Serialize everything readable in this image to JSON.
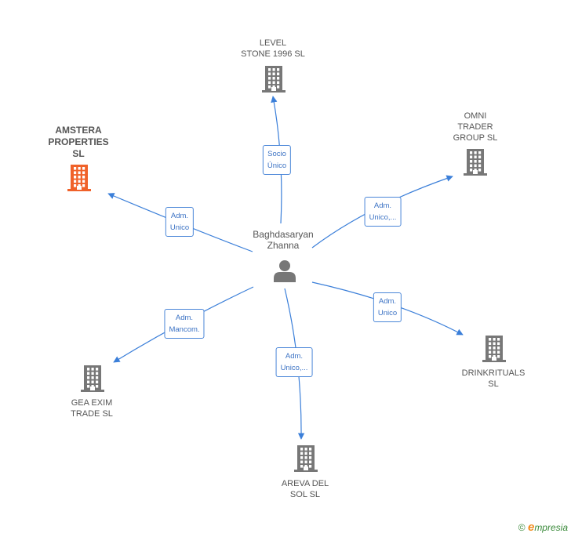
{
  "center": {
    "name_line1": "Baghdasaryan",
    "name_line2": "Zhanna",
    "icon": "person-icon"
  },
  "nodes": [
    {
      "id": "level",
      "lines": [
        "LEVEL",
        "STONE 1996  SL"
      ],
      "icon": "building-icon",
      "highlight": false
    },
    {
      "id": "omni",
      "lines": [
        "OMNI",
        "TRADER",
        "GROUP  SL"
      ],
      "icon": "building-icon",
      "highlight": false
    },
    {
      "id": "amstera",
      "lines": [
        "AMSTERA",
        "PROPERTIES",
        "SL"
      ],
      "icon": "building-icon",
      "highlight": true
    },
    {
      "id": "drink",
      "lines": [
        "DRINKRITUALS",
        "SL"
      ],
      "icon": "building-icon",
      "highlight": false
    },
    {
      "id": "gea",
      "lines": [
        "GEA EXIM",
        "TRADE  SL"
      ],
      "icon": "building-icon",
      "highlight": false
    },
    {
      "id": "areva",
      "lines": [
        "AREVA DEL",
        "SOL  SL"
      ],
      "icon": "building-icon",
      "highlight": false
    }
  ],
  "edges": [
    {
      "to": "level",
      "lines": [
        "Socio",
        "Único"
      ]
    },
    {
      "to": "omni",
      "lines": [
        "Adm.",
        "Unico,..."
      ]
    },
    {
      "to": "amstera",
      "lines": [
        "Adm.",
        "Unico"
      ]
    },
    {
      "to": "drink",
      "lines": [
        "Adm.",
        "Unico"
      ]
    },
    {
      "to": "gea",
      "lines": [
        "Adm.",
        "Mancom."
      ]
    },
    {
      "to": "areva",
      "lines": [
        "Adm.",
        "Unico,..."
      ]
    }
  ],
  "colors": {
    "edge": "#3b7fd9",
    "building": "#777777",
    "building_highlight": "#f0622a",
    "person": "#777777"
  },
  "footer": {
    "copyright": "©",
    "brand_e": "e",
    "brand_rest": "mpresia"
  }
}
